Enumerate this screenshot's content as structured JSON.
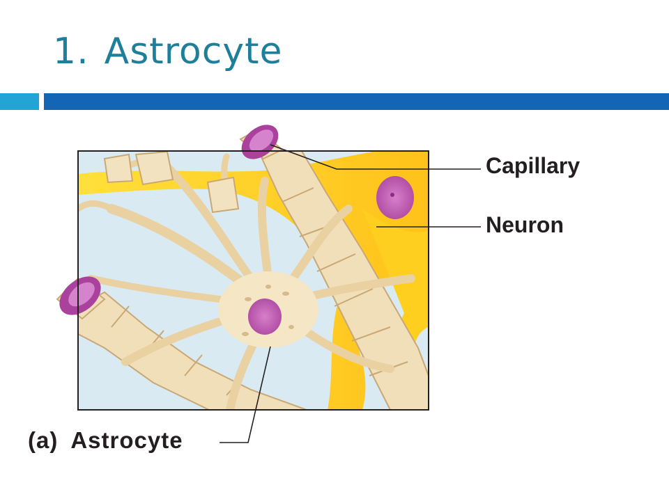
{
  "slide": {
    "title_number": "1.",
    "title_text": "Astrocyte"
  },
  "figure": {
    "labels": {
      "capillary": "Capillary",
      "neuron": "Neuron",
      "caption_tag": "(a)",
      "caption_text": "Astrocyte"
    }
  },
  "colors": {
    "title": "#1f7f9a",
    "accent_bar_light": "#23a4d6",
    "accent_bar_dark": "#1266b5",
    "capillary_purple": "#b24fb0",
    "neuron_yellow": "#ffd21a",
    "astrocyte_tan": "#f3e2bf",
    "background_blue": "#d7e9f2"
  }
}
